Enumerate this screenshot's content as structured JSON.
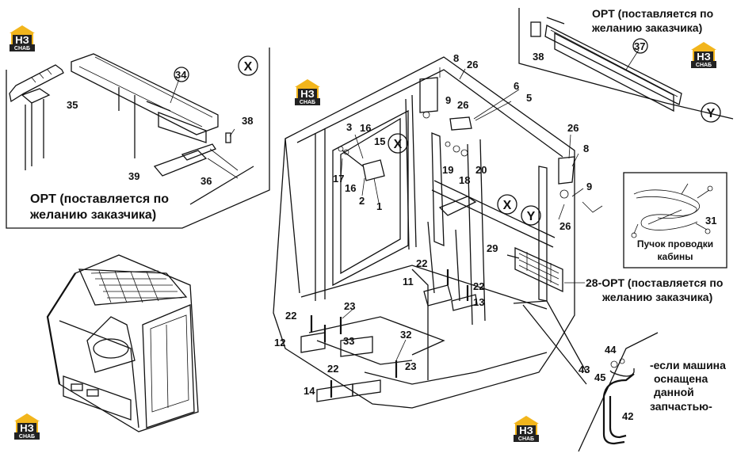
{
  "brand": {
    "logo_top": "НЗ",
    "logo_bottom": "СНАБ",
    "colors": {
      "roof": "#f2b51c",
      "body": "#222222",
      "text": "#ffffff"
    }
  },
  "views": {
    "x": "X",
    "y": "Y"
  },
  "notes": {
    "opt_left_line1": "OPT (поставляется по",
    "opt_left_line2": "желанию заказчика)",
    "opt_top_line1": "OPT (поставляется по",
    "opt_top_line2": "желанию заказчика)",
    "opt_mid_line1": "28-OPT (поставляется по",
    "opt_mid_line2": "желанию заказчика)",
    "harness_line1": "Пучок проводки",
    "harness_line2": "кабины",
    "machine_line1": "-если машина",
    "machine_line2": "оснащена",
    "machine_line3": "данной",
    "machine_line4": "запчастью-"
  },
  "callouts": {
    "c1": "1",
    "c2": "2",
    "c3": "3",
    "c5": "5",
    "c6": "6",
    "c8a": "8",
    "c8b": "8",
    "c9a": "9",
    "c9b": "9",
    "c11": "11",
    "c12": "12",
    "c13": "13",
    "c14": "14",
    "c15": "15",
    "c16a": "16",
    "c16b": "16",
    "c17": "17",
    "c18": "18",
    "c19": "19",
    "c20": "20",
    "c22a": "22",
    "c22b": "22",
    "c22c": "22",
    "c22d": "22",
    "c23a": "23",
    "c23b": "23",
    "c26a": "26",
    "c26b": "26",
    "c26c": "26",
    "c26d": "26",
    "c29": "29",
    "c31": "31",
    "c32": "32",
    "c33": "33",
    "c34": "34",
    "c35": "35",
    "c36": "36",
    "c37": "37",
    "c38a": "38",
    "c38b": "38",
    "c39": "39",
    "c42": "42",
    "c43": "43",
    "c44": "44",
    "c45": "45"
  }
}
